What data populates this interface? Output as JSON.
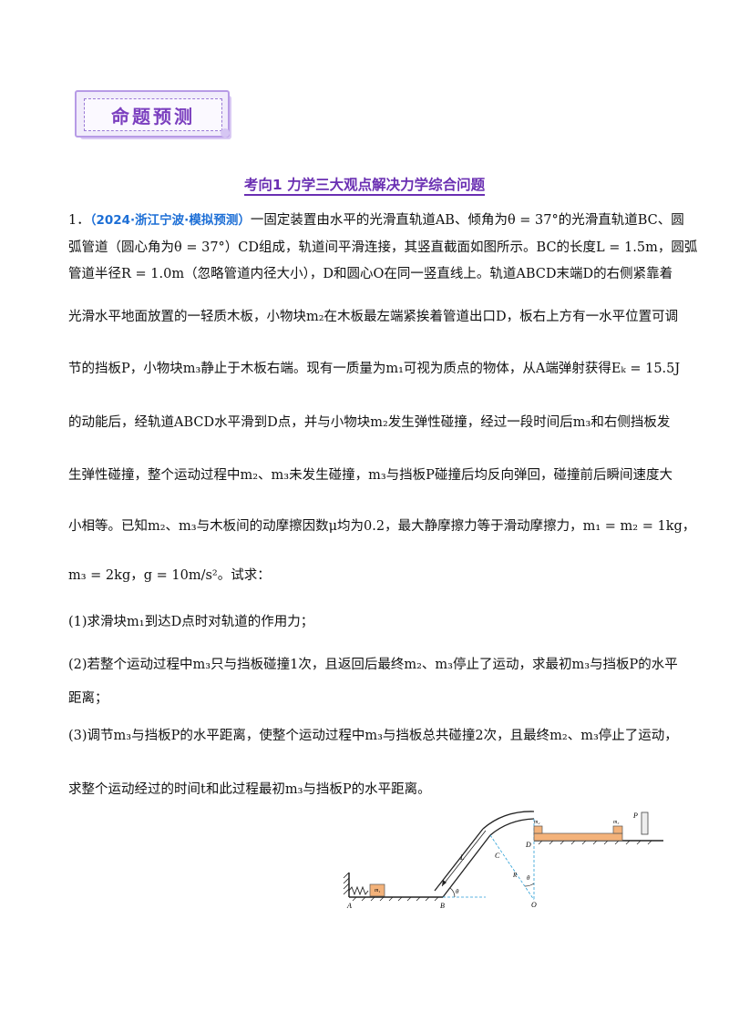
{
  "banner": {
    "title": "命题预测"
  },
  "section": {
    "title": "考向1   力学三大观点解决力学综合问题"
  },
  "problem": {
    "number": "1．",
    "source": "（2024·浙江宁波·模拟预测）",
    "l1": "一固定装置由水平的光滑直轨道AB、倾角为θ = 37°的光滑直轨道BC、圆",
    "l2": "弧管道（圆心角为θ = 37°）CD组成，轨道间平滑连接，其竖直截面如图所示。BC的长度L = 1.5m，圆弧",
    "l3": "管道半径R = 1.0m（忽略管道内径大小），D和圆心O在同一竖直线上。轨道ABCD末端D的右侧紧靠着",
    "l4": "光滑水平地面放置的一轻质木板，小物块m₂在木板最左端紧挨着管道出口D，板右上方有一水平位置可调",
    "l5": "节的挡板P，小物块m₃静止于木板右端。现有一质量为m₁可视为质点的物体，从A端弹射获得Eₖ = 15.5J",
    "l6": "的动能后，经轨道ABCD水平滑到D点，并与小物块m₂发生弹性碰撞，经过一段时间后m₃和右侧挡板发",
    "l7": "生弹性碰撞，整个运动过程中m₂、m₃未发生碰撞，m₃与挡板P碰撞后均反向弹回，碰撞前后瞬间速度大",
    "l8": "小相等。已知m₂、m₃与木板间的动摩擦因数μ均为0.2，最大静摩擦力等于滑动摩擦力，m₁ = m₂ = 1kg，",
    "l9": "m₃ = 2kg，g = 10m/s²。试求：",
    "q1": "(1)求滑块m₁到达D点时对轨道的作用力；",
    "q2a": "(2)若整个运动过程中m₃只与挡板碰撞1次，且返回后最终m₂、m₃停止了运动，求最初m₃与挡板P的水平",
    "q2b": "距离；",
    "q3a": "(3)调节m₃与挡板P的水平距离，使整个运动过程中m₃与挡板总共碰撞2次，且最终m₂、m₃停止了运动，",
    "q3b": "求整个运动经过的时间t和此过程最初m₃与挡板P的水平距离。"
  },
  "diagram": {
    "labels": {
      "A": "A",
      "B": "B",
      "C": "C",
      "D": "D",
      "O": "O",
      "P": "P",
      "L": "L",
      "R": "R",
      "theta1": "θ",
      "theta2": "θ",
      "m1": "m₁",
      "m2": "m₂",
      "m3": "m₃"
    },
    "colors": {
      "block": "#f3b27a",
      "board": "#f3b27a",
      "dash": "#2a9fd6",
      "ground": "#222222"
    }
  }
}
